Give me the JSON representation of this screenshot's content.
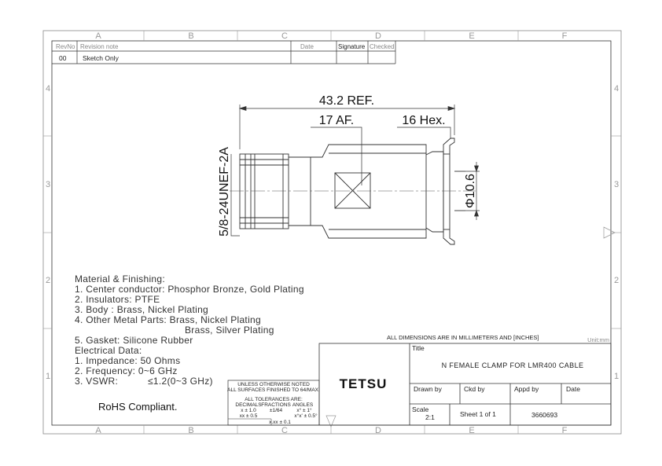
{
  "grid": {
    "columns": [
      "A",
      "B",
      "C",
      "D",
      "E",
      "F"
    ],
    "rows": [
      "4",
      "3",
      "2",
      "1"
    ]
  },
  "revision_table": {
    "headers": {
      "rev_no": "RevNo",
      "revision_note": "Revision note",
      "date": "Date",
      "signature": "Signature",
      "checked": "Checked"
    },
    "rows": [
      {
        "rev_no": "00",
        "revision_note": "Sketch Only"
      }
    ]
  },
  "dimensions": {
    "overall_length": "43.2 REF.",
    "across_flats": "17 AF.",
    "hex": "16 Hex.",
    "thread": "5/8-24UNEF-2A",
    "diameter": "Φ10.6"
  },
  "notes": {
    "lines": [
      "Material & Finishing:",
      "1. Center conductor: Phosphor Bronze, Gold Plating",
      "2. Insulators: PTFE",
      "3. Body : Brass, Nickel Plating",
      "4. Other Metal Parts: Brass, Nickel Plating",
      "Brass, Silver Plating",
      "5. Gasket: Silicone Rubber",
      "Electrical Data:",
      "1. Impedance: 50 Ohms",
      "2. Frequency: 0~6 GHz",
      "3. VSWR:",
      "≤1.2(0~3 GHz)"
    ],
    "rohs": "RoHS Compliant."
  },
  "tolerance_block": {
    "line1": "UNLESS OTHERWISE NOTED",
    "line2": "ALL SURFACES FINISHED TO 64/MAX.",
    "line3": "ALL TOLERANCES ARE:",
    "headers": [
      "DECIMALS",
      "FRACTIONS",
      "ANGLES"
    ],
    "row1": [
      "x ± 1.0",
      "±1/64",
      "x° ± 1°"
    ],
    "row2": [
      "xx ± 0.5",
      "",
      "x°x' ± 0.5°"
    ],
    "row3": "x.xx ± 0.1"
  },
  "title_block": {
    "all_dims": "ALL DIMENSIONS ARE IN MILLIMETERS AND [INCHES]",
    "unit": "Unit:mm",
    "logo": "TETSU",
    "title_label": "Title",
    "title": "N FEMALE CLAMP FOR LMR400 CABLE",
    "drawn_by": "Drawn by",
    "ckd_by": "Ckd by",
    "appd_by": "Appd by",
    "date": "Date",
    "scale_label": "Scale",
    "scale": "2:1",
    "sheet": "Sheet 1 of 1",
    "drawing_no": "3660693"
  }
}
